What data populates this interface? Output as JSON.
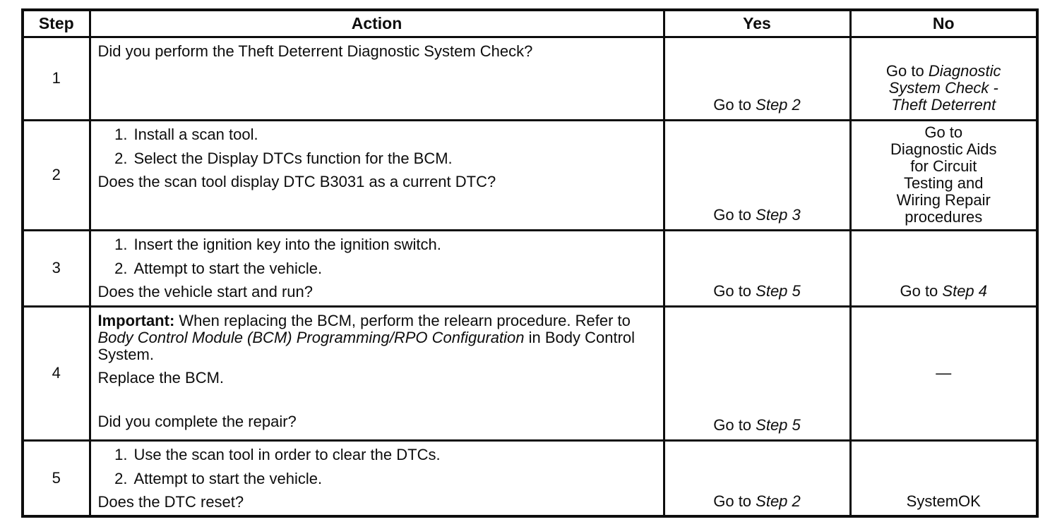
{
  "colors": {
    "background": "#ffffff",
    "border": "#0d0d0d",
    "text": "#0d0d0d"
  },
  "table": {
    "columns": [
      {
        "label": "Step"
      },
      {
        "label": "Action"
      },
      {
        "label": "Yes"
      },
      {
        "label": "No"
      }
    ],
    "rows": [
      {
        "step": "1",
        "action": [
          {
            "type": "para",
            "segments": [
              {
                "t": "Did you perform the Theft Deterrent Diagnostic System Check?"
              }
            ]
          }
        ],
        "yes": {
          "align": "bottom",
          "lines": [
            [
              {
                "t": "Go to "
              },
              {
                "t": "Step 2",
                "i": true
              }
            ]
          ]
        },
        "no": {
          "align": "bottom",
          "lines": [
            [
              {
                "t": "Go to "
              },
              {
                "t": "Diagnostic",
                "i": true
              }
            ],
            [
              {
                "t": "System Check -",
                "i": true
              }
            ],
            [
              {
                "t": "Theft Deterrent",
                "i": true
              }
            ]
          ]
        }
      },
      {
        "step": "2",
        "action": [
          {
            "type": "item",
            "num": "1.",
            "segments": [
              {
                "t": "Install a scan tool."
              }
            ]
          },
          {
            "type": "item",
            "num": "2.",
            "segments": [
              {
                "t": "Select the Display DTCs function for the BCM."
              }
            ]
          },
          {
            "type": "para",
            "segments": [
              {
                "t": "Does the scan tool display DTC B3031 as a current DTC?"
              }
            ]
          }
        ],
        "yes": {
          "align": "bottom",
          "lines": [
            [
              {
                "t": "Go to "
              },
              {
                "t": "Step 3",
                "i": true
              }
            ]
          ]
        },
        "no": {
          "align": "middle",
          "lines": [
            [
              {
                "t": "Go to"
              }
            ],
            [
              {
                "t": "Diagnostic Aids"
              }
            ],
            [
              {
                "t": "for Circuit"
              }
            ],
            [
              {
                "t": "Testing and"
              }
            ],
            [
              {
                "t": "Wiring Repair"
              }
            ],
            [
              {
                "t": "procedures"
              }
            ]
          ]
        }
      },
      {
        "step": "3",
        "action": [
          {
            "type": "item",
            "num": "1.",
            "segments": [
              {
                "t": "Insert the ignition key into the ignition switch."
              }
            ]
          },
          {
            "type": "item",
            "num": "2.",
            "segments": [
              {
                "t": "Attempt to start the vehicle."
              }
            ]
          },
          {
            "type": "para",
            "segments": [
              {
                "t": "Does the vehicle start and run?"
              }
            ]
          }
        ],
        "yes": {
          "align": "bottom",
          "lines": [
            [
              {
                "t": "Go to "
              },
              {
                "t": "Step 5",
                "i": true
              }
            ]
          ]
        },
        "no": {
          "align": "bottom",
          "lines": [
            [
              {
                "t": "Go to "
              },
              {
                "t": "Step 4",
                "i": true
              }
            ]
          ]
        }
      },
      {
        "step": "4",
        "action": [
          {
            "type": "para",
            "segments": [
              {
                "t": "Important:",
                "b": true
              },
              {
                "t": " When replacing the BCM, perform the relearn procedure. Refer to "
              },
              {
                "t": "Body Control Module (BCM) Programming/RPO Configuration",
                "i": true
              },
              {
                "t": " in Body Control System."
              }
            ]
          },
          {
            "type": "para",
            "segments": [
              {
                "t": "Replace the BCM."
              }
            ]
          },
          {
            "type": "para",
            "gapBefore": true,
            "segments": [
              {
                "t": "Did you complete the repair?"
              }
            ]
          }
        ],
        "yes": {
          "align": "bottom",
          "lines": [
            [
              {
                "t": "Go to "
              },
              {
                "t": "Step 5",
                "i": true
              }
            ]
          ]
        },
        "no": {
          "align": "middle",
          "lines": [
            [
              {
                "t": "—"
              }
            ]
          ]
        }
      },
      {
        "step": "5",
        "action": [
          {
            "type": "item",
            "num": "1.",
            "segments": [
              {
                "t": "Use the scan tool in order to clear the DTCs."
              }
            ]
          },
          {
            "type": "item",
            "num": "2.",
            "segments": [
              {
                "t": "Attempt to start the vehicle."
              }
            ]
          },
          {
            "type": "para",
            "segments": [
              {
                "t": "Does the DTC reset?"
              }
            ]
          }
        ],
        "yes": {
          "align": "bottom",
          "lines": [
            [
              {
                "t": "Go to "
              },
              {
                "t": "Step 2",
                "i": true
              }
            ]
          ]
        },
        "no": {
          "align": "bottom",
          "lines": [
            [
              {
                "t": "SystemOK"
              }
            ]
          ]
        }
      }
    ]
  }
}
